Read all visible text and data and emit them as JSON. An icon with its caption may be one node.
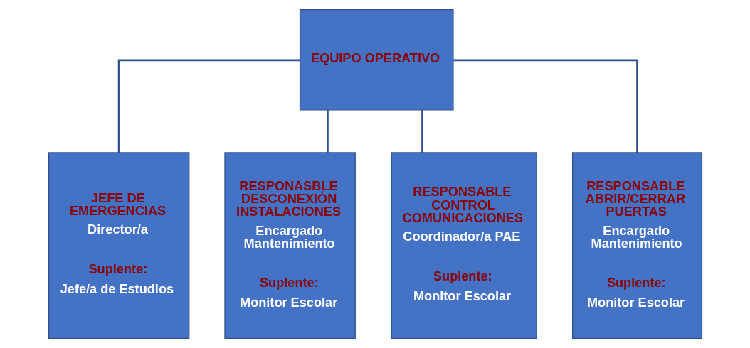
{
  "diagram": {
    "nodes": [
      {
        "text": [
          "EQUIPO OPERATIVO"
        ]
      },
      {
        "text": [
          "JEFE DE EMERGENCIAS",
          "Director/a",
          "Suplente:",
          "Jefe/a de Estudios"
        ]
      },
      {
        "text": [
          "RESPONASBLE DESCONEXIÓN INSTALACIONES",
          "Encargado Mantenimiento",
          "Suplente:",
          "Monitor Escolar"
        ]
      },
      {
        "text": [
          "RESPONSABLE CONTROL COMUNICACIONES",
          "Coordinador/a PAE",
          "Suplente:",
          "Monitor Escolar"
        ]
      },
      {
        "text": [
          "RESPONSABLE ABRIR/CERRAR PUERTAS",
          "Encargado Mantenimiento",
          "Suplente:",
          "Monitor Escolar"
        ]
      }
    ],
    "edges": [
      {
        "from": 0,
        "to": 1,
        "arrow": "none"
      },
      {
        "from": 0,
        "to": 2,
        "arrow": "none"
      },
      {
        "from": 0,
        "to": 3,
        "arrow": "none"
      },
      {
        "from": 0,
        "to": 4,
        "arrow": "none"
      }
    ]
  }
}
